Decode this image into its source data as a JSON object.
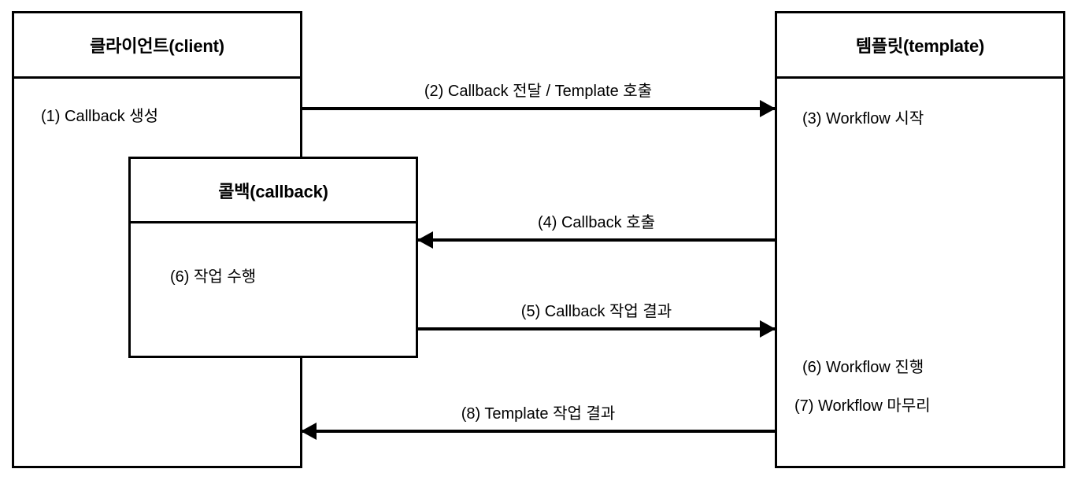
{
  "diagram": {
    "title": "Callback sequence diagram",
    "background": "#ffffff",
    "stroke": "#000000"
  },
  "participants": {
    "client": {
      "name": "클라이언트(client)",
      "labels": [
        {
          "id": "step-1",
          "text": "(1) Callback 생성"
        }
      ]
    },
    "callback": {
      "name": "콜백(callback)",
      "labels": [
        {
          "id": "step-6-callback",
          "text": "(6) 작업 수행"
        }
      ]
    },
    "template": {
      "name": "템플릿(template)",
      "labels": [
        {
          "id": "step-3",
          "text": "(3) Workflow 시작"
        },
        {
          "id": "step-6-template",
          "text": "(6) Workflow 진행"
        },
        {
          "id": "step-7",
          "text": "(7) Workflow 마무리"
        }
      ]
    }
  },
  "messages": [
    {
      "id": "msg-2",
      "text": "(2) Callback 전달 / Template 호출",
      "from": "client",
      "to": "template",
      "direction": "right"
    },
    {
      "id": "msg-4",
      "text": "(4) Callback 호출",
      "from": "template",
      "to": "callback",
      "direction": "left"
    },
    {
      "id": "msg-5",
      "text": "(5) Callback 작업 결과",
      "from": "callback",
      "to": "template",
      "direction": "right"
    },
    {
      "id": "msg-8",
      "text": "(8) Template 작업 결과",
      "from": "template",
      "to": "client",
      "direction": "left"
    }
  ]
}
